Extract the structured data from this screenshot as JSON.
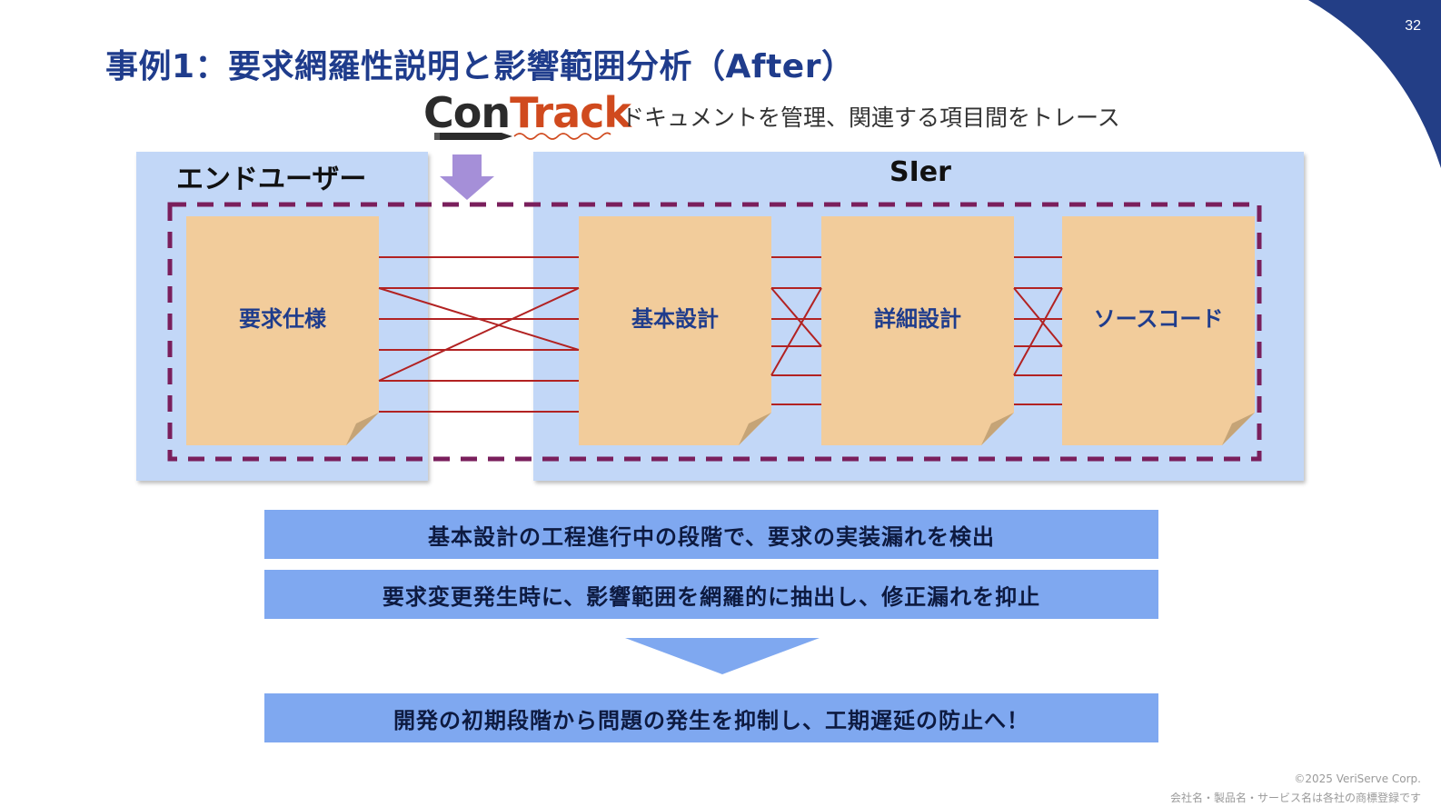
{
  "slide": {
    "page_number": "32",
    "title": "事例1：要求網羅性説明と影響範囲分析（After）"
  },
  "logo": {
    "text_con": "Con",
    "text_track": "Track"
  },
  "tagline": "ドキュメントを管理、関連する項目間をトレース",
  "panels": {
    "end_user": "エンドユーザー",
    "sier": "SIer"
  },
  "documents": [
    {
      "label": "要求仕様"
    },
    {
      "label": "基本設計"
    },
    {
      "label": "詳細設計"
    },
    {
      "label": "ソースコード"
    }
  ],
  "bars": {
    "bar1": "基本設計の工程進行中の段階で、要求の実装漏れを検出",
    "bar2": "要求変更発生時に、影響範囲を網羅的に抽出し、修正漏れを抑止",
    "bar3": "開発の初期段階から問題の発生を抑制し、工期遅延の防止へ！"
  },
  "footer": {
    "copyright": "©2025 VeriServe Corp.",
    "trademark": "会社名・製品名・サービス名は各社の商標登録です"
  },
  "colors": {
    "title": "#1f3c8c",
    "panel": "#c2d7f7",
    "document": "#f2cc9b",
    "trace_line": "#b22222",
    "dashed_border": "#7a1f5c",
    "arrow": "#a58fd8",
    "bar": "#7fa8f0",
    "corner": "#233e86"
  }
}
